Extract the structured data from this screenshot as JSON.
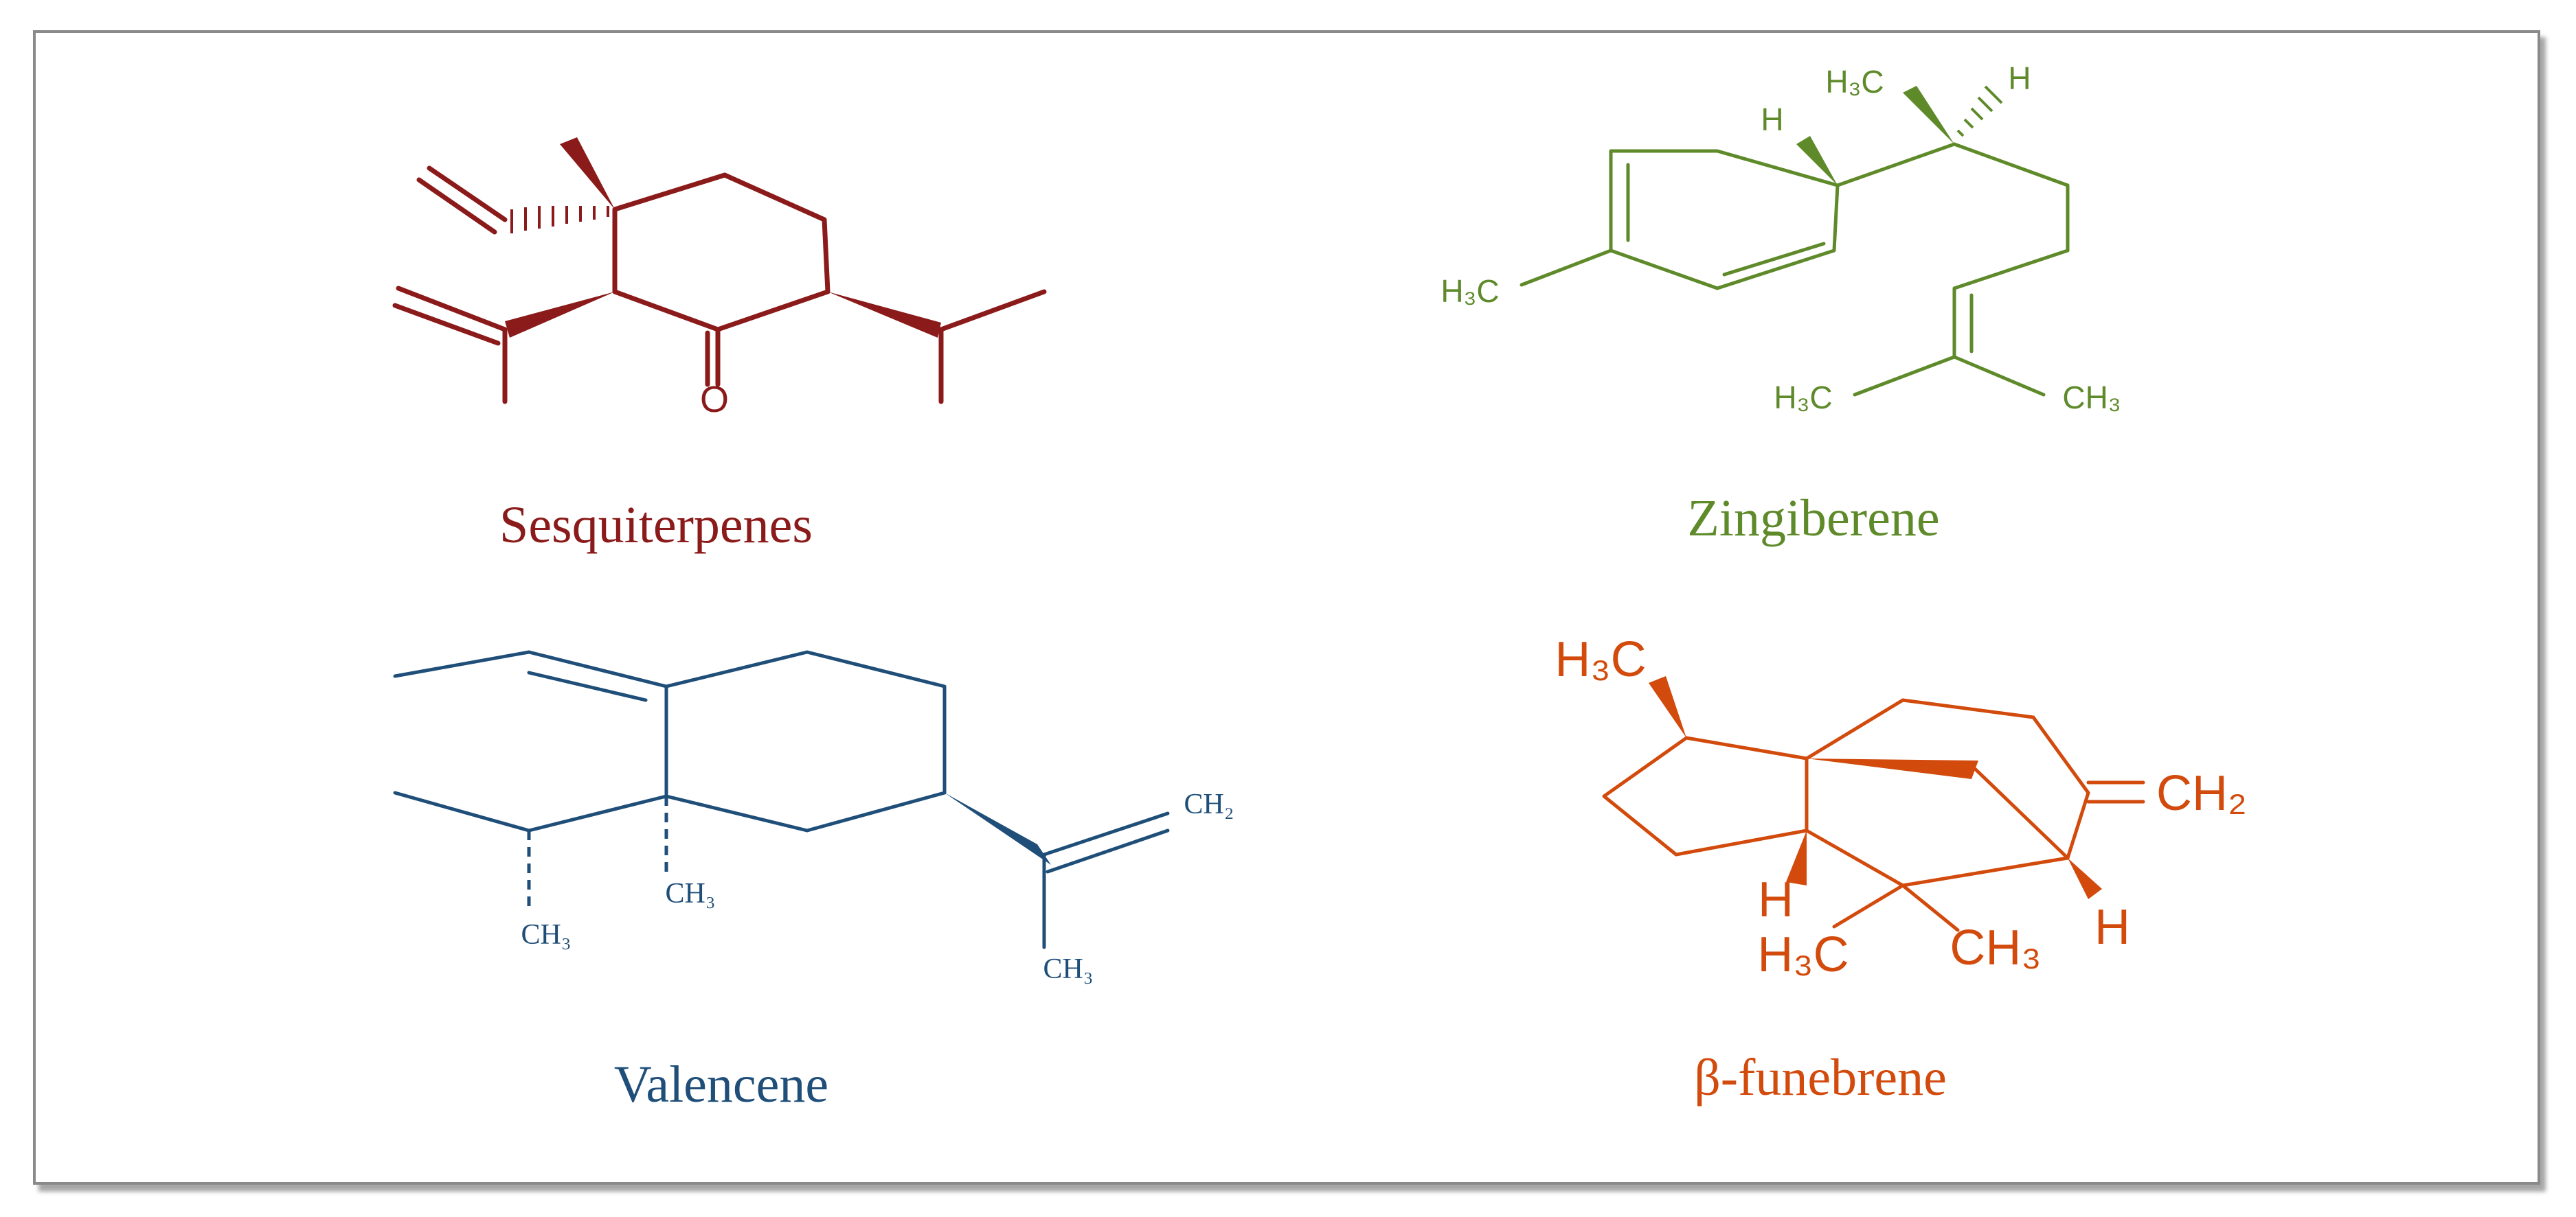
{
  "molecules": [
    {
      "id": "sesquiterpenes",
      "name": "Sesquiterpenes",
      "color": "#8b1a1a",
      "labels": {
        "oxygen": "O"
      }
    },
    {
      "id": "zingiberene",
      "name": "Zingiberene",
      "color": "#5e8a2a",
      "labels": {
        "h3c_top": "H₃C",
        "h_top": "H",
        "h_ring": "H",
        "h3c_ring": "H₃C",
        "h3c_bottom": "H₃C",
        "ch3_bottom": "CH₃"
      }
    },
    {
      "id": "valencene",
      "name": "Valencene",
      "color": "#1f4e79",
      "labels": {
        "ch2": "CH₂",
        "ch3_center": "CH₃",
        "ch3_left": "CH₃",
        "ch3_right": "CH₃"
      }
    },
    {
      "id": "beta-funebrene",
      "name": "β-funebrene",
      "color": "#d24a0c",
      "labels": {
        "h3c_top": "H₃C",
        "ch2": "CH₂",
        "h_left": "H",
        "h3c_bottom": "H₃C",
        "ch3_bottom": "CH₃",
        "h_right": "H"
      }
    }
  ]
}
